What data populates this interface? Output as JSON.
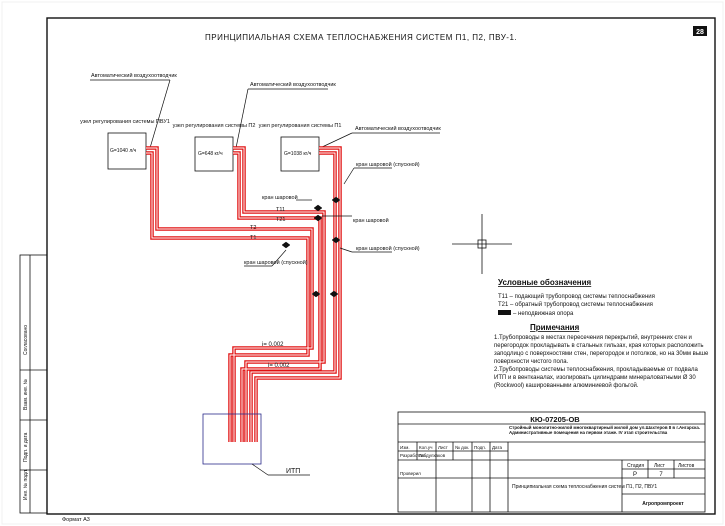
{
  "title": "ПРИНЦИПИАЛЬНАЯ   СХЕМА   ТЕПЛОСНАБЖЕНИЯ  СИСТЕМ  П1,  П2,  ПВУ-1.",
  "sheet_number": "28",
  "valve_labels": {
    "auto1": "Автоматический воздухоотводчик",
    "auto2": "Автоматический воздухоотводчик",
    "auto3": "Автоматический воздухоотводчик"
  },
  "units": [
    {
      "name": "узел регулирования системы ПВУ1",
      "flow": "G=1040 л/ч"
    },
    {
      "name": "узел регулирования системы П2",
      "flow": "G=648 кг/ч"
    },
    {
      "name": "узел регулирования системы П1",
      "flow": "G=1038 кг/ч"
    }
  ],
  "pipe_marks": {
    "t11": "T11",
    "t21": "T21",
    "t1": "T1",
    "t2": "T2"
  },
  "cranes": {
    "c1": "кран шаровой",
    "c2": "кран шаровой (спускной)",
    "c3": "кран шаровой",
    "c4": "кран шаровой (спускной)",
    "c5": "кран шаровой (спускной)"
  },
  "slopes": {
    "s1": "i= 0.002",
    "s2": "i= 0.002"
  },
  "itp_label": "ИТП",
  "legend": {
    "heading": "Условные обозначения",
    "items": [
      "T11 – подающий трубопровод системы теплоснабжения",
      "T21 – обратный трубопровод системы теплоснабжения",
      "– неподвижная опора"
    ]
  },
  "notes": {
    "heading": "Примечания",
    "items": [
      "1.Трубопроводы в местах пересечения перекрытий, внутренних стен и перегородок прокладывать в стальных гильзах, края которых расположить заподлицо с поверхностями стен, перегородок и потолков, но на 30мм выше поверхности чистого пола.",
      "2.Трубопроводы системы теплоснабжения, прокладываемые от подвала ИТП и в вентканалах, изолировать цилиндрами минераловатными Ø 30 (Rockwool) кашированными алюминиевой фольгой."
    ]
  },
  "stamp": {
    "code": "КЮ-07205-ОВ",
    "object": "Стройный монолитно-жилой многоквартирный жилой дом ул.Шахтеров 8 в г.Ангарска. Административные помещения на первом этаже. IV этап строительства",
    "sheet_name": "Принципиальная схема теплоснабжения систем П1, П2, ПВУ1",
    "stage_label": "Стадия",
    "sheet_label": "Лист",
    "sheets_label": "Листов",
    "stage": "Р",
    "sheet": "7",
    "sheets": "",
    "org": "Агропромпроект",
    "cols": [
      "Изм.",
      "Кол.уч",
      "Лист",
      "№ док.",
      "Подп.",
      "Дата"
    ],
    "roles": [
      "Разработал",
      "Проверил"
    ],
    "names": [
      "Габдулхаков",
      ""
    ]
  },
  "side_labels": {
    "inv": "Инв. № подл.",
    "sign": "Подп. и дата",
    "replace": "Взам. инв. №",
    "agreed": "Согласовано"
  },
  "format": "Формат А3"
}
